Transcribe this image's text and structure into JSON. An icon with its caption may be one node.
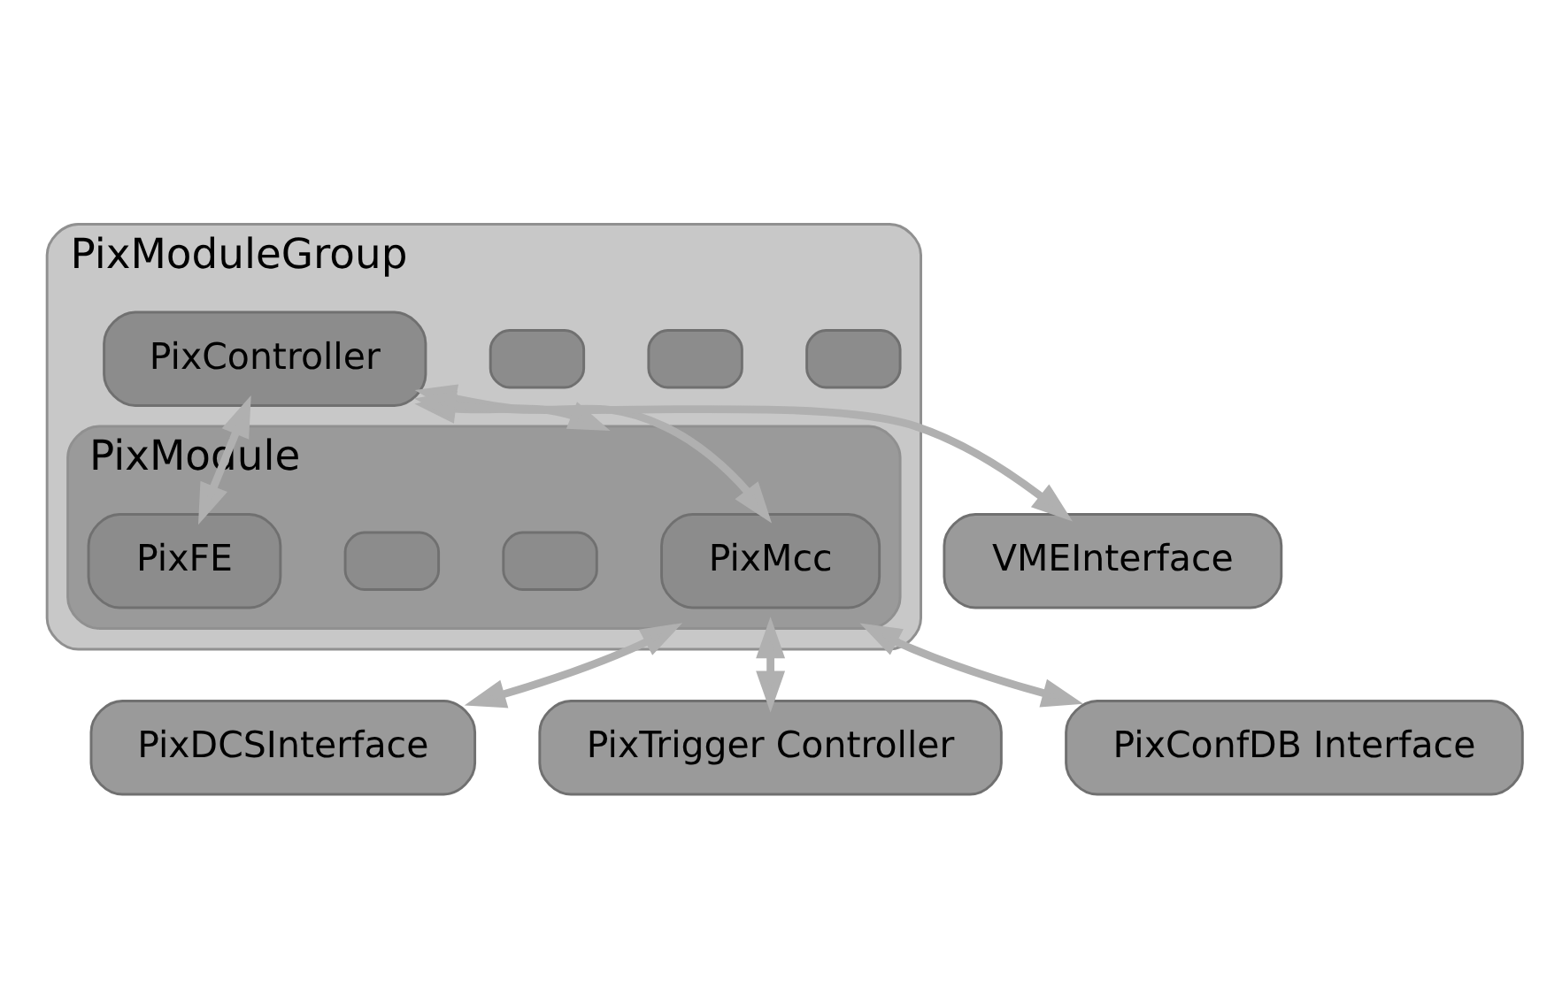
{
  "diagram": {
    "nodes": [
      {
        "text": [
          "PixModuleGroup"
        ]
      },
      {
        "text": [],
        "shape": "box",
        "in": 0
      },
      {
        "text": [],
        "shape": "box",
        "in": 0
      },
      {
        "text": [],
        "shape": "box",
        "in": 0
      },
      {
        "text": [
          "PixModule"
        ],
        "in": 0
      },
      {
        "text": [
          "PixMcc"
        ],
        "in": 4
      },
      {
        "text": [],
        "shape": "box",
        "in": 4
      },
      {
        "text": [],
        "shape": "box",
        "in": 4
      },
      {
        "text": [
          "PixFE"
        ],
        "in": 4
      },
      {
        "text": [
          "PixController"
        ],
        "in": 0
      },
      {
        "text": [
          "PixDCSInterface"
        ]
      },
      {
        "text": [
          "PixTrigger Controller"
        ]
      },
      {
        "text": [
          "PixConfDB Interface"
        ]
      },
      {
        "text": [
          "VMEInterface"
        ]
      }
    ],
    "edges": [
      {
        "from": 9,
        "to": 4,
        "arrow": "both"
      },
      {
        "from": 9,
        "to": 5,
        "arrow": "both"
      },
      {
        "from": 9,
        "to": 8,
        "arrow": "both"
      },
      {
        "from": 4,
        "to": 10,
        "arrow": "both"
      },
      {
        "from": 4,
        "to": 11,
        "arrow": "both"
      },
      {
        "from": 4,
        "to": 12,
        "arrow": "both"
      },
      {
        "from": 9,
        "to": 13,
        "arrow": "both"
      }
    ]
  }
}
